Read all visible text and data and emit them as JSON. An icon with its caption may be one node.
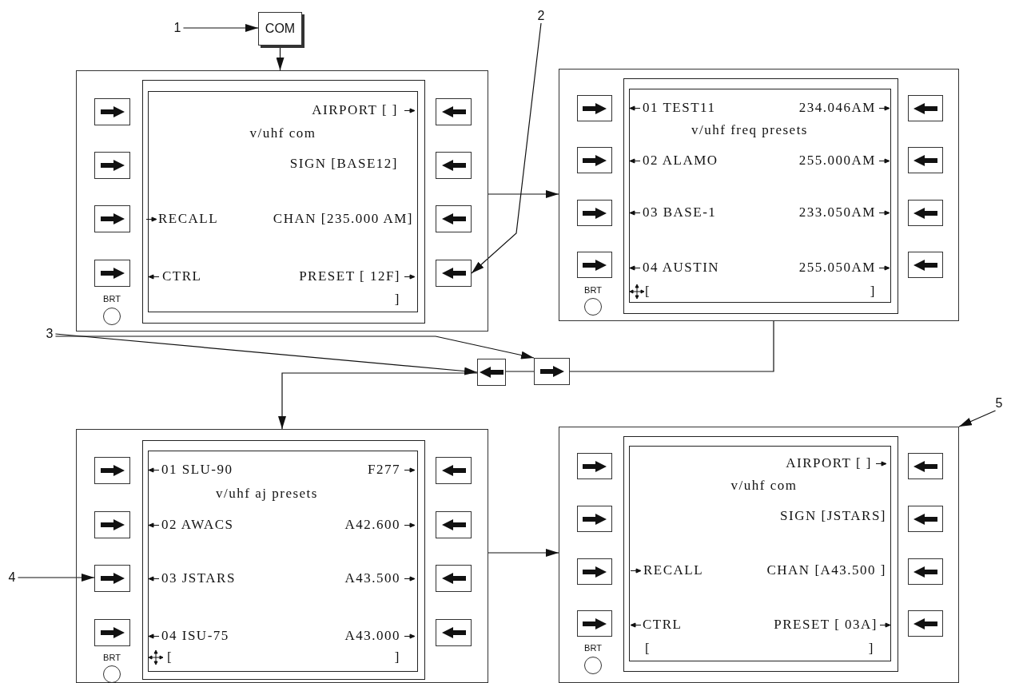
{
  "diagram": {
    "nodes": [
      {
        "text": [
          "1"
        ]
      },
      {
        "text": [
          "COM"
        ]
      },
      {
        "text": [
          "2"
        ]
      },
      {
        "text": [
          "AIRPORT [ ]",
          "v/uhf com",
          "SIGN [BASE12]",
          "RECALL",
          "CHAN [235.000 AM]",
          "CTRL",
          "PRESET [ 12F]",
          "BRT",
          "]"
        ]
      },
      {
        "text": [],
        "shape": "box",
        "in": 3
      },
      {
        "text": [
          "01 TEST11",
          "234.046AM",
          "v/uhf freq presets",
          "02 ALAMO",
          "255.000AM",
          "03 BASE-1",
          "233.050AM",
          "04 AUSTIN",
          "255.050AM",
          "BRT",
          "[",
          "]"
        ]
      },
      {
        "text": [
          "3"
        ]
      },
      {
        "text": [],
        "shape": "box"
      },
      {
        "text": [],
        "shape": "box"
      },
      {
        "text": [
          "4"
        ]
      },
      {
        "text": [
          "01 SLU-90",
          "F277",
          "v/uhf aj presets",
          "02 AWACS",
          "A42.600",
          "03 JSTARS",
          "A43.500",
          "04 ISU-75",
          "A43.000",
          "BRT",
          "[",
          "]"
        ]
      },
      {
        "text": [],
        "shape": "box",
        "in": 10
      },
      {
        "text": [
          "5"
        ]
      },
      {
        "text": [
          "AIRPORT [ ]",
          "v/uhf com",
          "SIGN [JSTARS]",
          "RECALL",
          "CHAN [A43.500 ]",
          "CTRL",
          "PRESET [ 03A]",
          "BRT",
          "[",
          "]"
        ]
      }
    ],
    "edges": [
      {
        "from": 0,
        "to": 1,
        "arrow": "to"
      },
      {
        "from": 1,
        "to": 3,
        "arrow": "to"
      },
      {
        "from": 2,
        "to": 4,
        "arrow": "to"
      },
      {
        "from": 3,
        "to": 5,
        "arrow": "to"
      },
      {
        "from": 5,
        "to": 8,
        "arrow": "none"
      },
      {
        "from": 8,
        "to": 7,
        "arrow": "none"
      },
      {
        "from": 7,
        "to": 10,
        "arrow": "to"
      },
      {
        "from": 6,
        "to": 7,
        "arrow": "to"
      },
      {
        "from": 6,
        "to": 8,
        "arrow": "to"
      },
      {
        "from": 9,
        "to": 11,
        "arrow": "to"
      },
      {
        "from": 10,
        "to": 13,
        "arrow": "to"
      },
      {
        "from": 12,
        "to": 13,
        "arrow": "to"
      }
    ]
  }
}
